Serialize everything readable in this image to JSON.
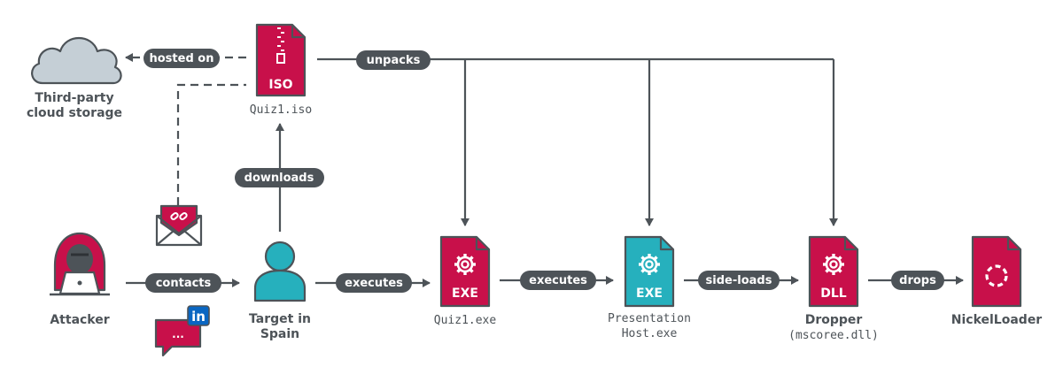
{
  "nodes": {
    "cloud": {
      "label_1": "Third-party",
      "label_2": "cloud storage"
    },
    "iso": {
      "badge": "ISO",
      "label": "Quiz1.iso"
    },
    "attacker": {
      "label": "Attacker"
    },
    "target": {
      "label_1": "Target in",
      "label_2": "Spain"
    },
    "quiz_exe": {
      "badge": "EXE",
      "label": "Quiz1.exe"
    },
    "presentation_exe": {
      "badge": "EXE",
      "label_1": "Presentation",
      "label_2": "Host.exe"
    },
    "dropper_dll": {
      "badge": "DLL",
      "label_1": "Dropper",
      "label_2": "(mscoree.dll)"
    },
    "nickelloader": {
      "label": "NickelLoader"
    },
    "linkedin": {
      "logo": "in",
      "text": "..."
    }
  },
  "edges": {
    "hosted_on": "hosted on",
    "unpacks": "unpacks",
    "downloads": "downloads",
    "contacts": "contacts",
    "executes_1": "executes",
    "executes_2": "executes",
    "side_loads": "side-loads",
    "drops": "drops"
  },
  "colors": {
    "crimson": "#c8104a",
    "teal": "#26b0bd",
    "cloud": "#c5cfd6",
    "dark": "#4d5358",
    "line": "#4d5358",
    "linkedin_blue": "#0a66c2"
  },
  "icons": [
    "cloud-icon",
    "iso-file-icon",
    "hacker-icon",
    "user-icon",
    "exe-file-icon",
    "dll-file-icon",
    "nickelloader-icon",
    "email-link-icon",
    "linkedin-chat-icon"
  ]
}
